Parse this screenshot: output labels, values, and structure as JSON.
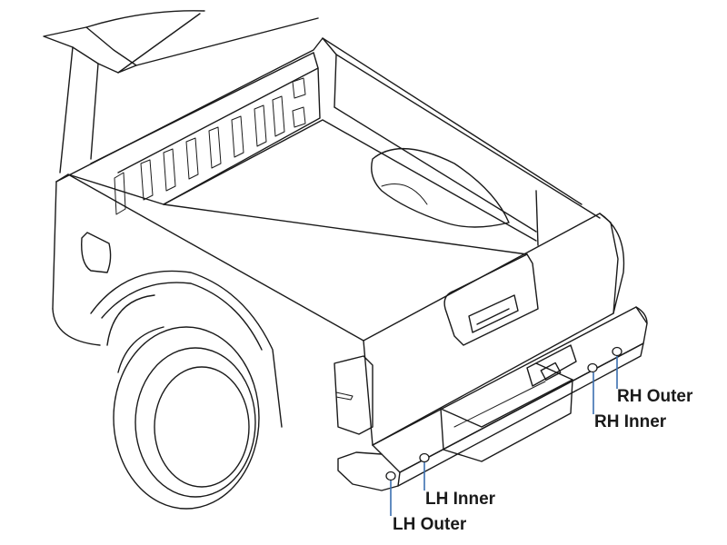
{
  "callouts": {
    "rh_outer": {
      "label": "RH Outer"
    },
    "rh_inner": {
      "label": "RH Inner"
    },
    "lh_inner": {
      "label": "LH Inner"
    },
    "lh_outer": {
      "label": "LH Outer"
    }
  },
  "colors": {
    "line": "#1a1a1a",
    "leader": "#3a6fb0",
    "background": "#ffffff"
  }
}
